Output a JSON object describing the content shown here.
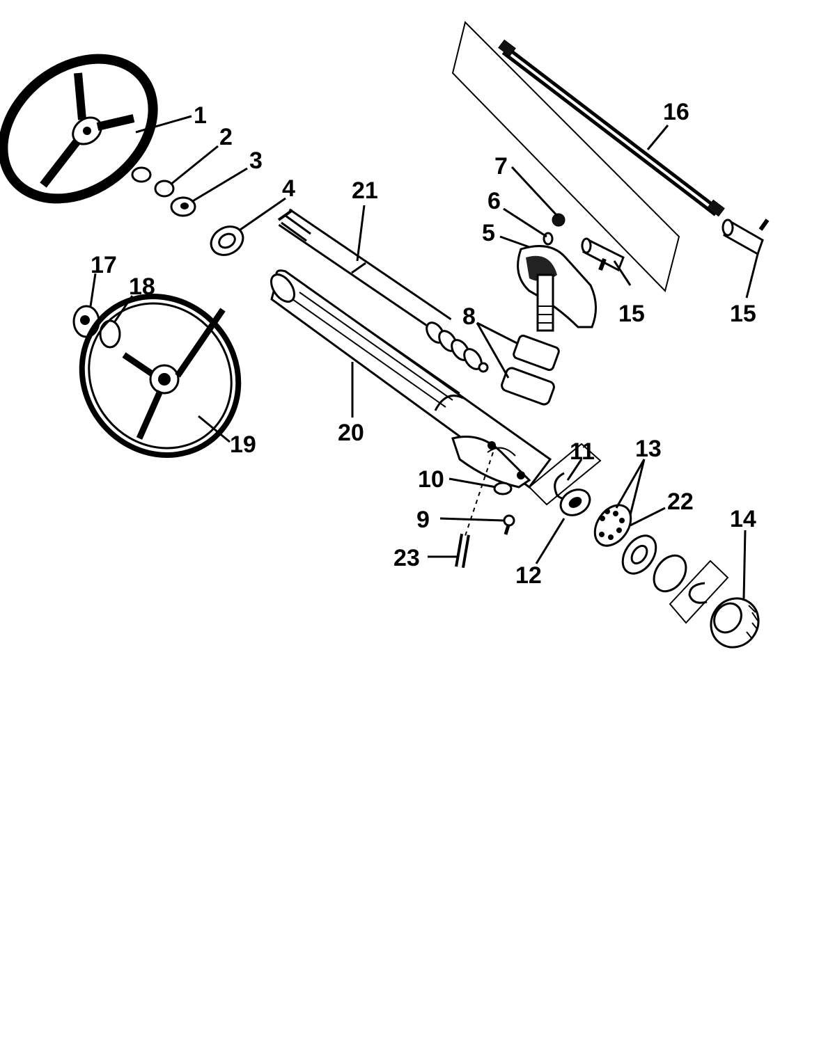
{
  "callouts": {
    "c1": "1",
    "c2": "2",
    "c3": "3",
    "c4": "4",
    "c5": "5",
    "c6": "6",
    "c7": "7",
    "c8": "8",
    "c9": "9",
    "c10": "10",
    "c11": "11",
    "c12": "12",
    "c13": "13",
    "c14": "14",
    "c15a": "15",
    "c15b": "15",
    "c16": "16",
    "c17": "17",
    "c18": "18",
    "c19": "19",
    "c20": "20",
    "c21": "21",
    "c22": "22",
    "c23": "23"
  }
}
